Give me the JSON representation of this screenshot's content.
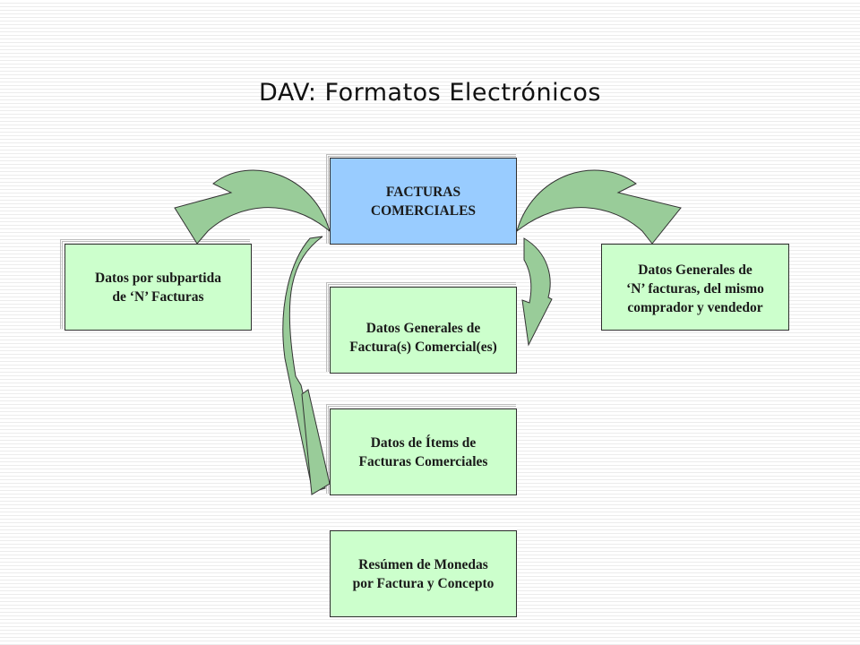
{
  "title": "DAV: Formatos Electrónicos",
  "colors": {
    "box_green": "#ccffcc",
    "box_blue": "#99ccff",
    "arrow_fill": "#99cc99"
  },
  "center": {
    "line1": "FACTURAS",
    "line2": "COMERCIALES"
  },
  "left": {
    "line1": "Datos por subpartida",
    "line2": "de ‘N’ Facturas"
  },
  "right": {
    "line1": "Datos Generales de",
    "line2": "‘N’ facturas, del mismo",
    "line3": "comprador y vendedor"
  },
  "general": {
    "line1": "Datos Generales de",
    "line2": "Factura(s) Comercial(es)"
  },
  "items": {
    "line1": "Datos de Ítems de",
    "line2": "Facturas Comerciales"
  },
  "summary": {
    "line1": "Resúmen de Monedas",
    "line2": "por Factura y Concepto"
  }
}
